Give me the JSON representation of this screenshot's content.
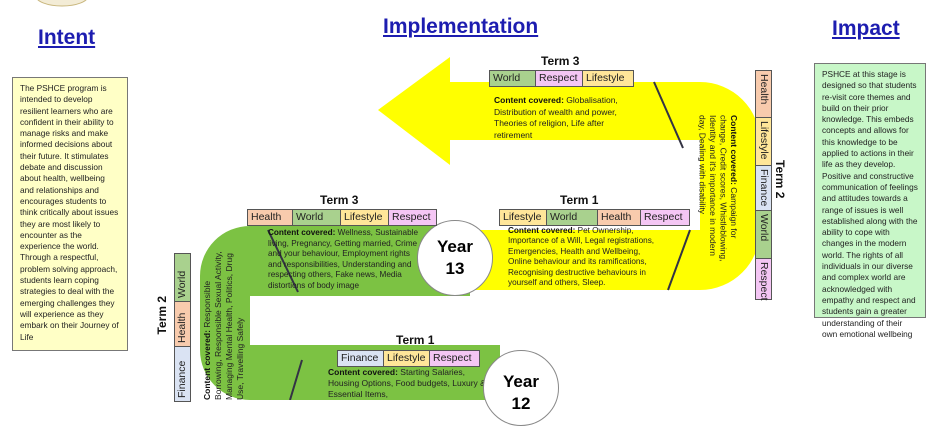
{
  "headings": {
    "intent": "Intent",
    "implementation": "Implementation",
    "impact": "Impact"
  },
  "intent_text": "The PSHCE program is intended to develop resilient learners who are confident in their ability to manage risks and make informed decisions about their future. It stimulates debate and discussion about health, wellbeing and relationships and encourages students to think critically about issues they are most likely to encounter as the experience the world. Through a respectful, problem solving approach, students learn coping strategies to deal with the emerging challenges they will experience as they embark on their Journey of Life",
  "impact_text": "PSHCE at this stage is designed so that students re-visit core themes and build on their prior knowledge. This embeds concepts and allows for this knowledge to be applied to actions in their life as they develop. Positive and constructive communication of feelings and attitudes towards a range of issues is well established along with the ability to cope with changes in the modern world. The rights of all individuals in our diverse and complex world are acknowledged with empathy and respect and students gain a greater understanding of their own emotional wellbeing",
  "content_label": "Content covered:",
  "colors": {
    "yellow": "#ffff00",
    "green": "#7cc243",
    "heading": "#1d1db0"
  },
  "year13": {
    "label": "Year",
    "number": "13",
    "term3": {
      "title": "Term 3",
      "tags": [
        "World",
        "Respect",
        "Lifestyle"
      ],
      "content": "Globalisation, Distribution of wealth and power, Theories of religion, Life after retirement"
    },
    "term2": {
      "title": "Term 2",
      "tags": [
        "Health",
        "Lifestyle",
        "Finance",
        "World",
        "Respect"
      ],
      "content": "Campaign for change, Credit scores, Whistleblowing, Identity and it's importance in modern day, Dealing with disability"
    },
    "term1": {
      "title": "Term 1",
      "tags": [
        "Lifestyle",
        "World",
        "Health",
        "Respect"
      ],
      "content": "Pet Ownership, Importance of a Will, Legal registrations, Emergencies, Health and Wellbeing, Online behaviour and its ramifications, Recognising destructive behaviours in yourself and others, Sleep."
    }
  },
  "year12": {
    "label": "Year",
    "number": "12",
    "term3": {
      "title": "Term 3",
      "tags": [
        "Health",
        "World",
        "Lifestyle",
        "Respect"
      ],
      "content": "Wellness, Sustainable living, Pregnancy, Getting married, Crime and your behaviour, Employment rights and responsibilities, Understanding and respecting others, Fake news, Media distortions of body image"
    },
    "term2": {
      "title": "Term 2",
      "tags": [
        "World",
        "Health",
        "Finance"
      ],
      "content": "Responsible Borrowing, Responsible Sexual Activity, Managing Mental Health, Politics, Drug Use, Travelling Safely"
    },
    "term1": {
      "title": "Term 1",
      "tags": [
        "Finance",
        "Lifestyle",
        "Respect"
      ],
      "content": "Starting Salaries, Housing Options, Food budgets, Luxury & Essential Items,"
    }
  }
}
